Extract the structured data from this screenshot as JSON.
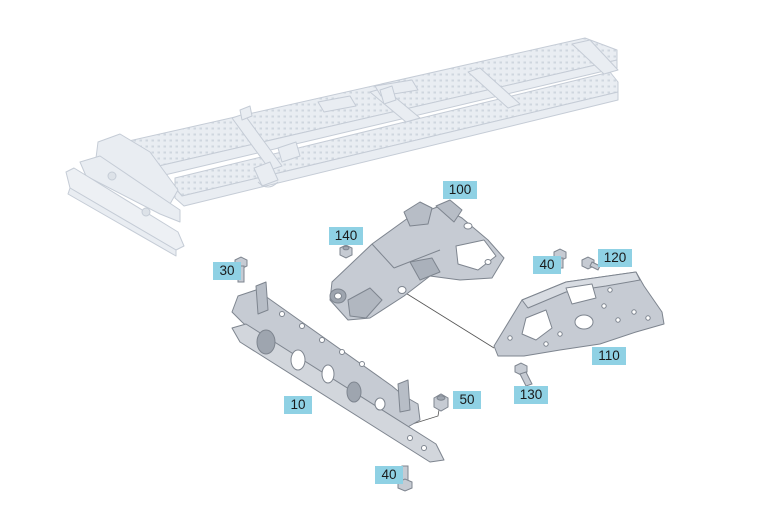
{
  "diagram": {
    "callouts": [
      {
        "id": "c10",
        "label": "10"
      },
      {
        "id": "c30",
        "label": "30"
      },
      {
        "id": "c40a",
        "label": "40"
      },
      {
        "id": "c40b",
        "label": "40"
      },
      {
        "id": "c50",
        "label": "50"
      },
      {
        "id": "c100",
        "label": "100"
      },
      {
        "id": "c110",
        "label": "110"
      },
      {
        "id": "c120",
        "label": "120"
      },
      {
        "id": "c130",
        "label": "130"
      },
      {
        "id": "c140",
        "label": "140"
      }
    ],
    "colors": {
      "callout_bg": "#8fd1e4",
      "part_fill": "#c6cbd3",
      "part_stroke": "#7e858f",
      "ghost_fill": "#e9edf2",
      "ghost_stroke": "#c5ccd6",
      "leader": "#555555"
    }
  }
}
